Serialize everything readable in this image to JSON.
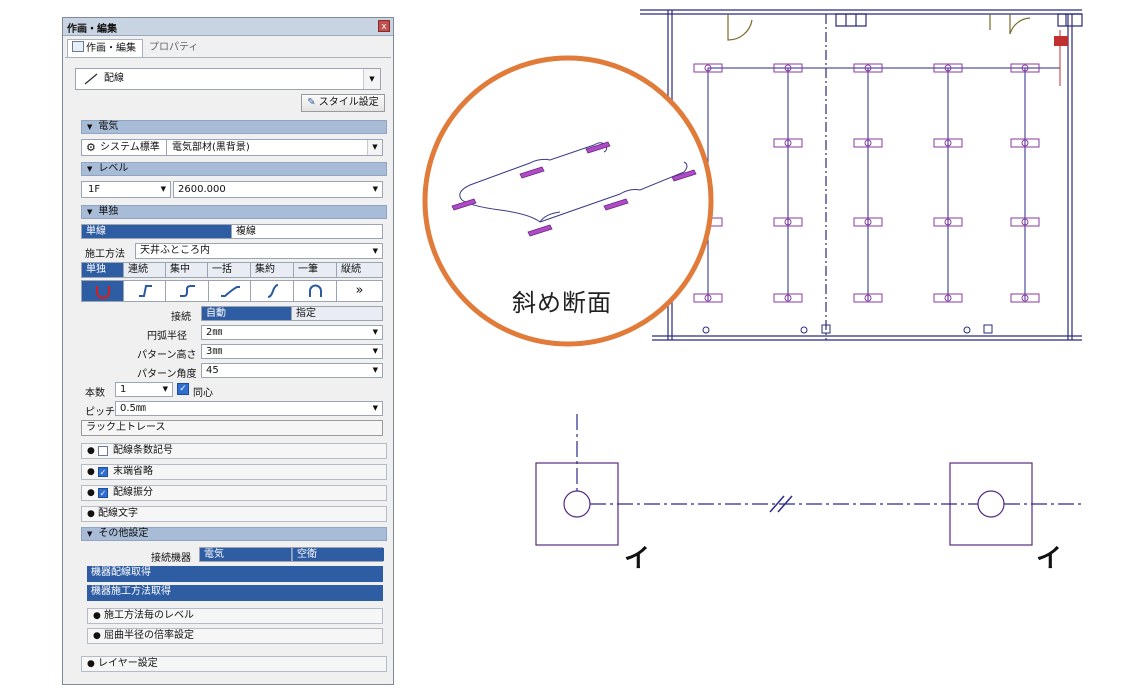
{
  "panel": {
    "title": "作画・編集",
    "close": "x",
    "tabs": [
      "作画・編集",
      "プロパティ"
    ],
    "tool_select": "配線",
    "style_button": "スタイル設定",
    "sections": {
      "electric": "電気",
      "level": "レベル",
      "single": "単独",
      "other": "その他設定"
    },
    "system": "システム標準",
    "category": "電気部材(黒背景)",
    "level_floor": "1F",
    "level_value": "2600.000",
    "wire_mode": [
      "単線",
      "複線"
    ],
    "construction_label": "施工方法",
    "construction_value": "天井ふところ内",
    "routing_tabs": [
      "単独",
      "連続",
      "集中",
      "一括",
      "集約",
      "一筆",
      "縦続"
    ],
    "more": "»",
    "connect_label": "接続",
    "connect_options": [
      "自動",
      "指定"
    ],
    "arc_radius_label": "円弧半径",
    "arc_radius_value": "2㎜",
    "pattern_height_label": "パターン高さ",
    "pattern_height_value": "3㎜",
    "pattern_angle_label": "パターン角度",
    "pattern_angle_value": "45",
    "count_label": "本数",
    "count_value": "1",
    "concentric_label": "同心",
    "pitch_label": "ピッチ",
    "pitch_value": "0.5㎜",
    "rack_trace": "ラック上トレース",
    "options": [
      {
        "label": "配線条数記号",
        "checkbox": true,
        "checked": false
      },
      {
        "label": "末端省略",
        "checkbox": true,
        "checked": true
      },
      {
        "label": "配線振分",
        "checkbox": true,
        "checked": true
      },
      {
        "label": "配線文字",
        "checkbox": false,
        "checked": false
      }
    ],
    "connected_device_label": "接続機器",
    "connected_device_options": [
      "電気",
      "空衛"
    ],
    "acquire": [
      "機器配線取得",
      "機器施工方法取得"
    ],
    "sub_options": [
      "施工方法毎のレベル",
      "屈曲半径の倍率設定"
    ],
    "layer": "レイヤー設定"
  },
  "callout": {
    "text": "斜め断面",
    "color": "#e07b39"
  },
  "drawing": {
    "line_color": "#2a2aa8",
    "fixture_color": "#8a3aa0",
    "mark": "イ"
  }
}
